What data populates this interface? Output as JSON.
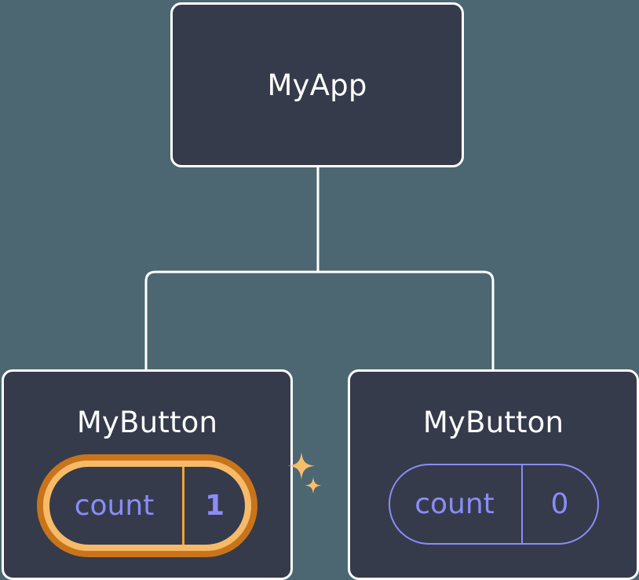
{
  "diagram": {
    "type": "component-tree",
    "background_color": "#4c6771",
    "node_fill": "#353b4b",
    "node_border": "#ffffff",
    "edge_color": "#ffffff",
    "accent_highlight": "#f6ba68",
    "accent_highlight_outer": "#c9741a",
    "state_text_color": "#8b8cf7",
    "root": {
      "title": "MyApp"
    },
    "children": [
      {
        "title": "MyButton",
        "highlighted": true,
        "state": {
          "key": "count",
          "value": "1"
        },
        "sparkle_big": "sparkle-icon",
        "sparkle_small": "sparkle-icon"
      },
      {
        "title": "MyButton",
        "highlighted": false,
        "state": {
          "key": "count",
          "value": "0"
        }
      }
    ]
  }
}
